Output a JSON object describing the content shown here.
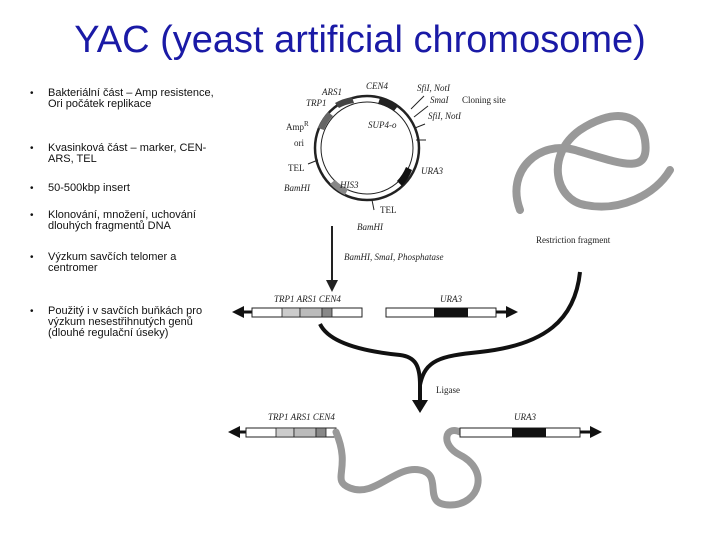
{
  "title": "YAC (yeast artificial chromosome)",
  "bullets": [
    {
      "marker": "•",
      "text": "Bakteriální část – Amp resistence, Ori počátek replikace"
    },
    {
      "marker": "•",
      "text": "Kvasinková část – marker, CEN-ARS, TEL"
    },
    {
      "marker": "•",
      "text": "50-500kbp insert"
    },
    {
      "marker": "•",
      "text": "Klonování, množení, uchování dlouhých fragmentů DNA"
    },
    {
      "marker": "•",
      "text": "Výzkum savčích telomer a centromer"
    },
    {
      "marker": "•",
      "text": "Použitý i v savčích buňkách pro výzkum nesestřihnutých genů (dlouhé regulační úseky)"
    }
  ],
  "diagram": {
    "plasmid_labels": {
      "ars1": "ARS1",
      "cen4": "CEN4",
      "trp1": "TRP1",
      "sfil_noti_top": "SfiI, NotI",
      "smai": "SmaI",
      "cloning_site": "Cloning site",
      "sup4o": "SUP4-o",
      "sfil_noti_bottom": "SfiI, NotI",
      "amp": "Amp",
      "amp_suffix": "R",
      "ori": "ori",
      "tel_left": "TEL",
      "bamhi_left": "BamHI",
      "his3": "HIS3",
      "ura3": "URA3",
      "tel_bottom": "TEL",
      "bamhi_bottom": "BamHI"
    },
    "step_labels": {
      "restriction_fragment": "Restriction fragment",
      "digest": "BamHI, SmaI, Phosphatase",
      "ligase": "Ligase"
    },
    "arm_labels": {
      "left_arm": "TRP1 ARS1 CEN4",
      "right_arm": "URA3",
      "final_left": "TRP1 ARS1 CEN4",
      "final_right": "URA3"
    }
  }
}
